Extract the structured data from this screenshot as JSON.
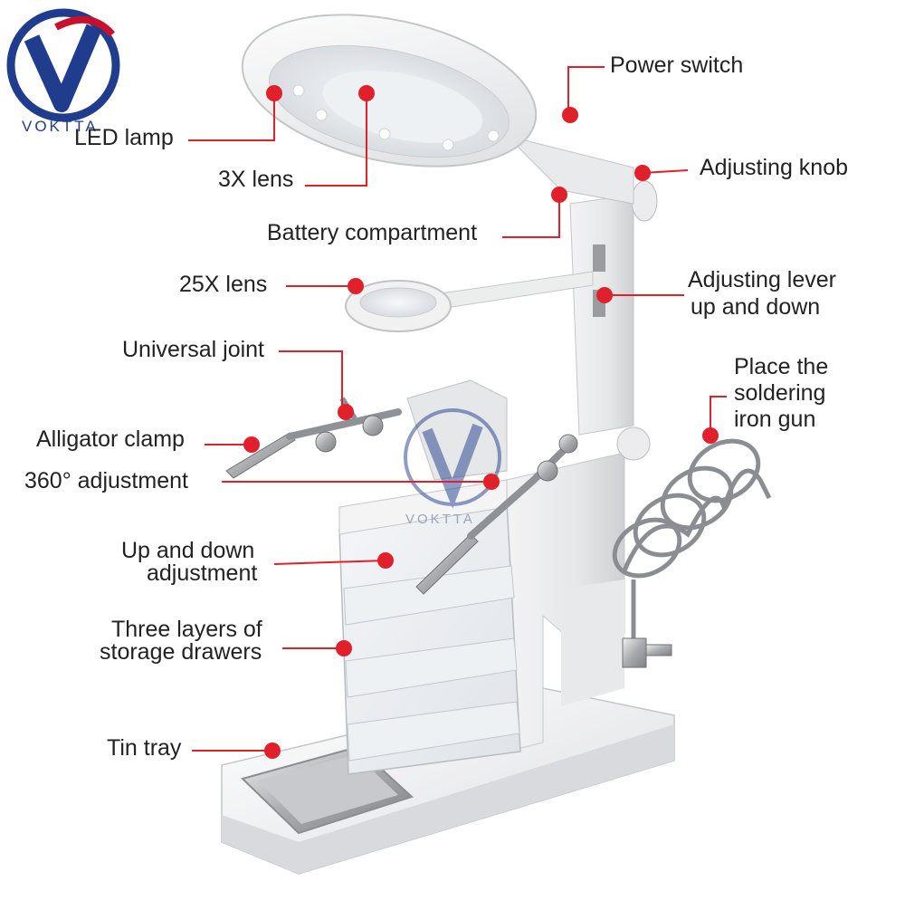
{
  "brand": {
    "name": "VOKTTA",
    "watermark": "VOKTTA",
    "logo_colors": {
      "blue": "#1f3d8c",
      "red": "#c8102e"
    }
  },
  "colors": {
    "marker": "#e0202a",
    "line": "#e0202a",
    "text": "#222222"
  },
  "callouts": {
    "led_lamp": "LED lamp",
    "lens_3x": "3X lens",
    "battery": "Battery compartment",
    "lens_25x": "25X lens",
    "universal_joint": "Universal joint",
    "alligator_clamp": "Alligator clamp",
    "adjustment_360": "360° adjustment",
    "up_down_1": "Up and down",
    "up_down_2": "adjustment",
    "drawers_1": "Three layers of",
    "drawers_2": "storage drawers",
    "tin_tray": "Tin tray",
    "power_switch": "Power switch",
    "adjusting_knob": "Adjusting knob",
    "lever_1": "Adjusting lever",
    "lever_2": "up and down",
    "iron_1": "Place the",
    "iron_2": "soldering",
    "iron_3": "iron gun"
  }
}
